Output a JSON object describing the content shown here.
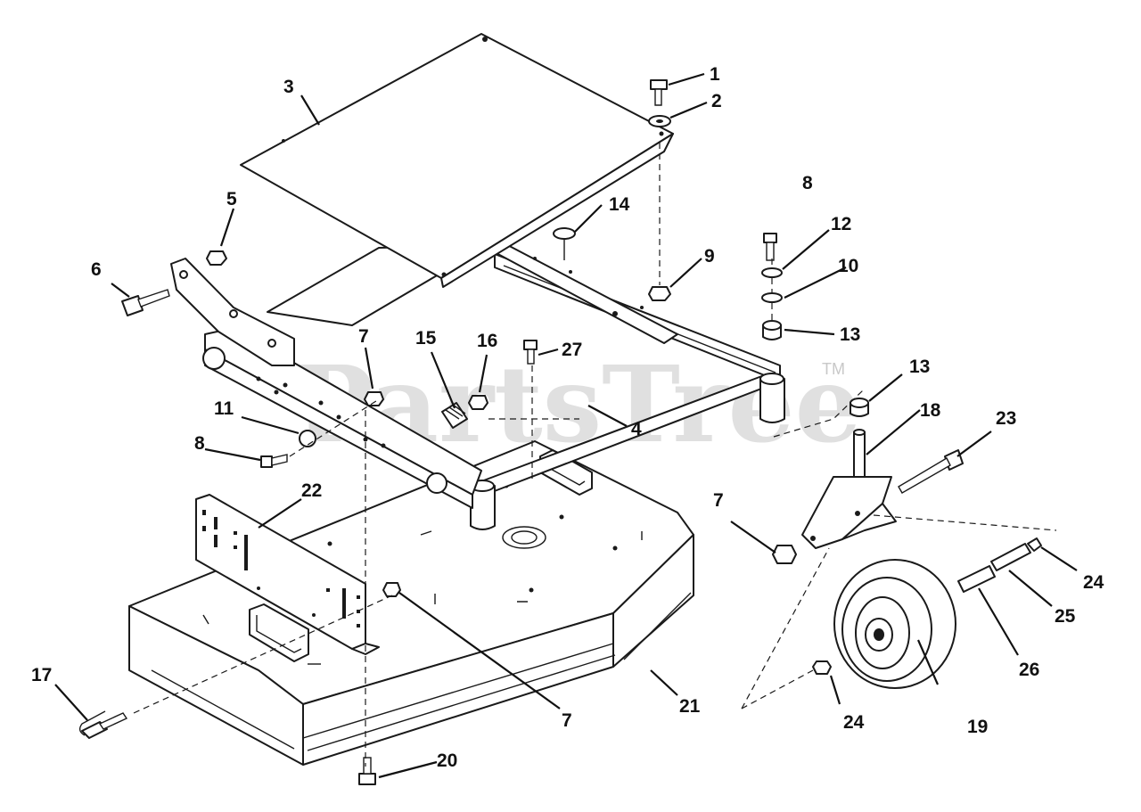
{
  "watermark": {
    "text": "PartsTree",
    "trademark": "TM"
  },
  "callouts": [
    {
      "id": "c1",
      "label": "1"
    },
    {
      "id": "c2",
      "label": "2"
    },
    {
      "id": "c3",
      "label": "3"
    },
    {
      "id": "c4",
      "label": "4"
    },
    {
      "id": "c5",
      "label": "5"
    },
    {
      "id": "c6",
      "label": "6"
    },
    {
      "id": "c7a",
      "label": "7"
    },
    {
      "id": "c7b",
      "label": "7"
    },
    {
      "id": "c7c",
      "label": "7"
    },
    {
      "id": "c8a",
      "label": "8"
    },
    {
      "id": "c8b",
      "label": "8"
    },
    {
      "id": "c9",
      "label": "9"
    },
    {
      "id": "c10",
      "label": "10"
    },
    {
      "id": "c11",
      "label": "11"
    },
    {
      "id": "c12",
      "label": "12"
    },
    {
      "id": "c13a",
      "label": "13"
    },
    {
      "id": "c13b",
      "label": "13"
    },
    {
      "id": "c14",
      "label": "14"
    },
    {
      "id": "c15",
      "label": "15"
    },
    {
      "id": "c16",
      "label": "16"
    },
    {
      "id": "c17",
      "label": "17"
    },
    {
      "id": "c18",
      "label": "18"
    },
    {
      "id": "c19",
      "label": "19"
    },
    {
      "id": "c20",
      "label": "20"
    },
    {
      "id": "c21",
      "label": "21"
    },
    {
      "id": "c22",
      "label": "22"
    },
    {
      "id": "c23",
      "label": "23"
    },
    {
      "id": "c24a",
      "label": "24"
    },
    {
      "id": "c24b",
      "label": "24"
    },
    {
      "id": "c25",
      "label": "25"
    },
    {
      "id": "c26",
      "label": "26"
    },
    {
      "id": "c27",
      "label": "27"
    }
  ]
}
